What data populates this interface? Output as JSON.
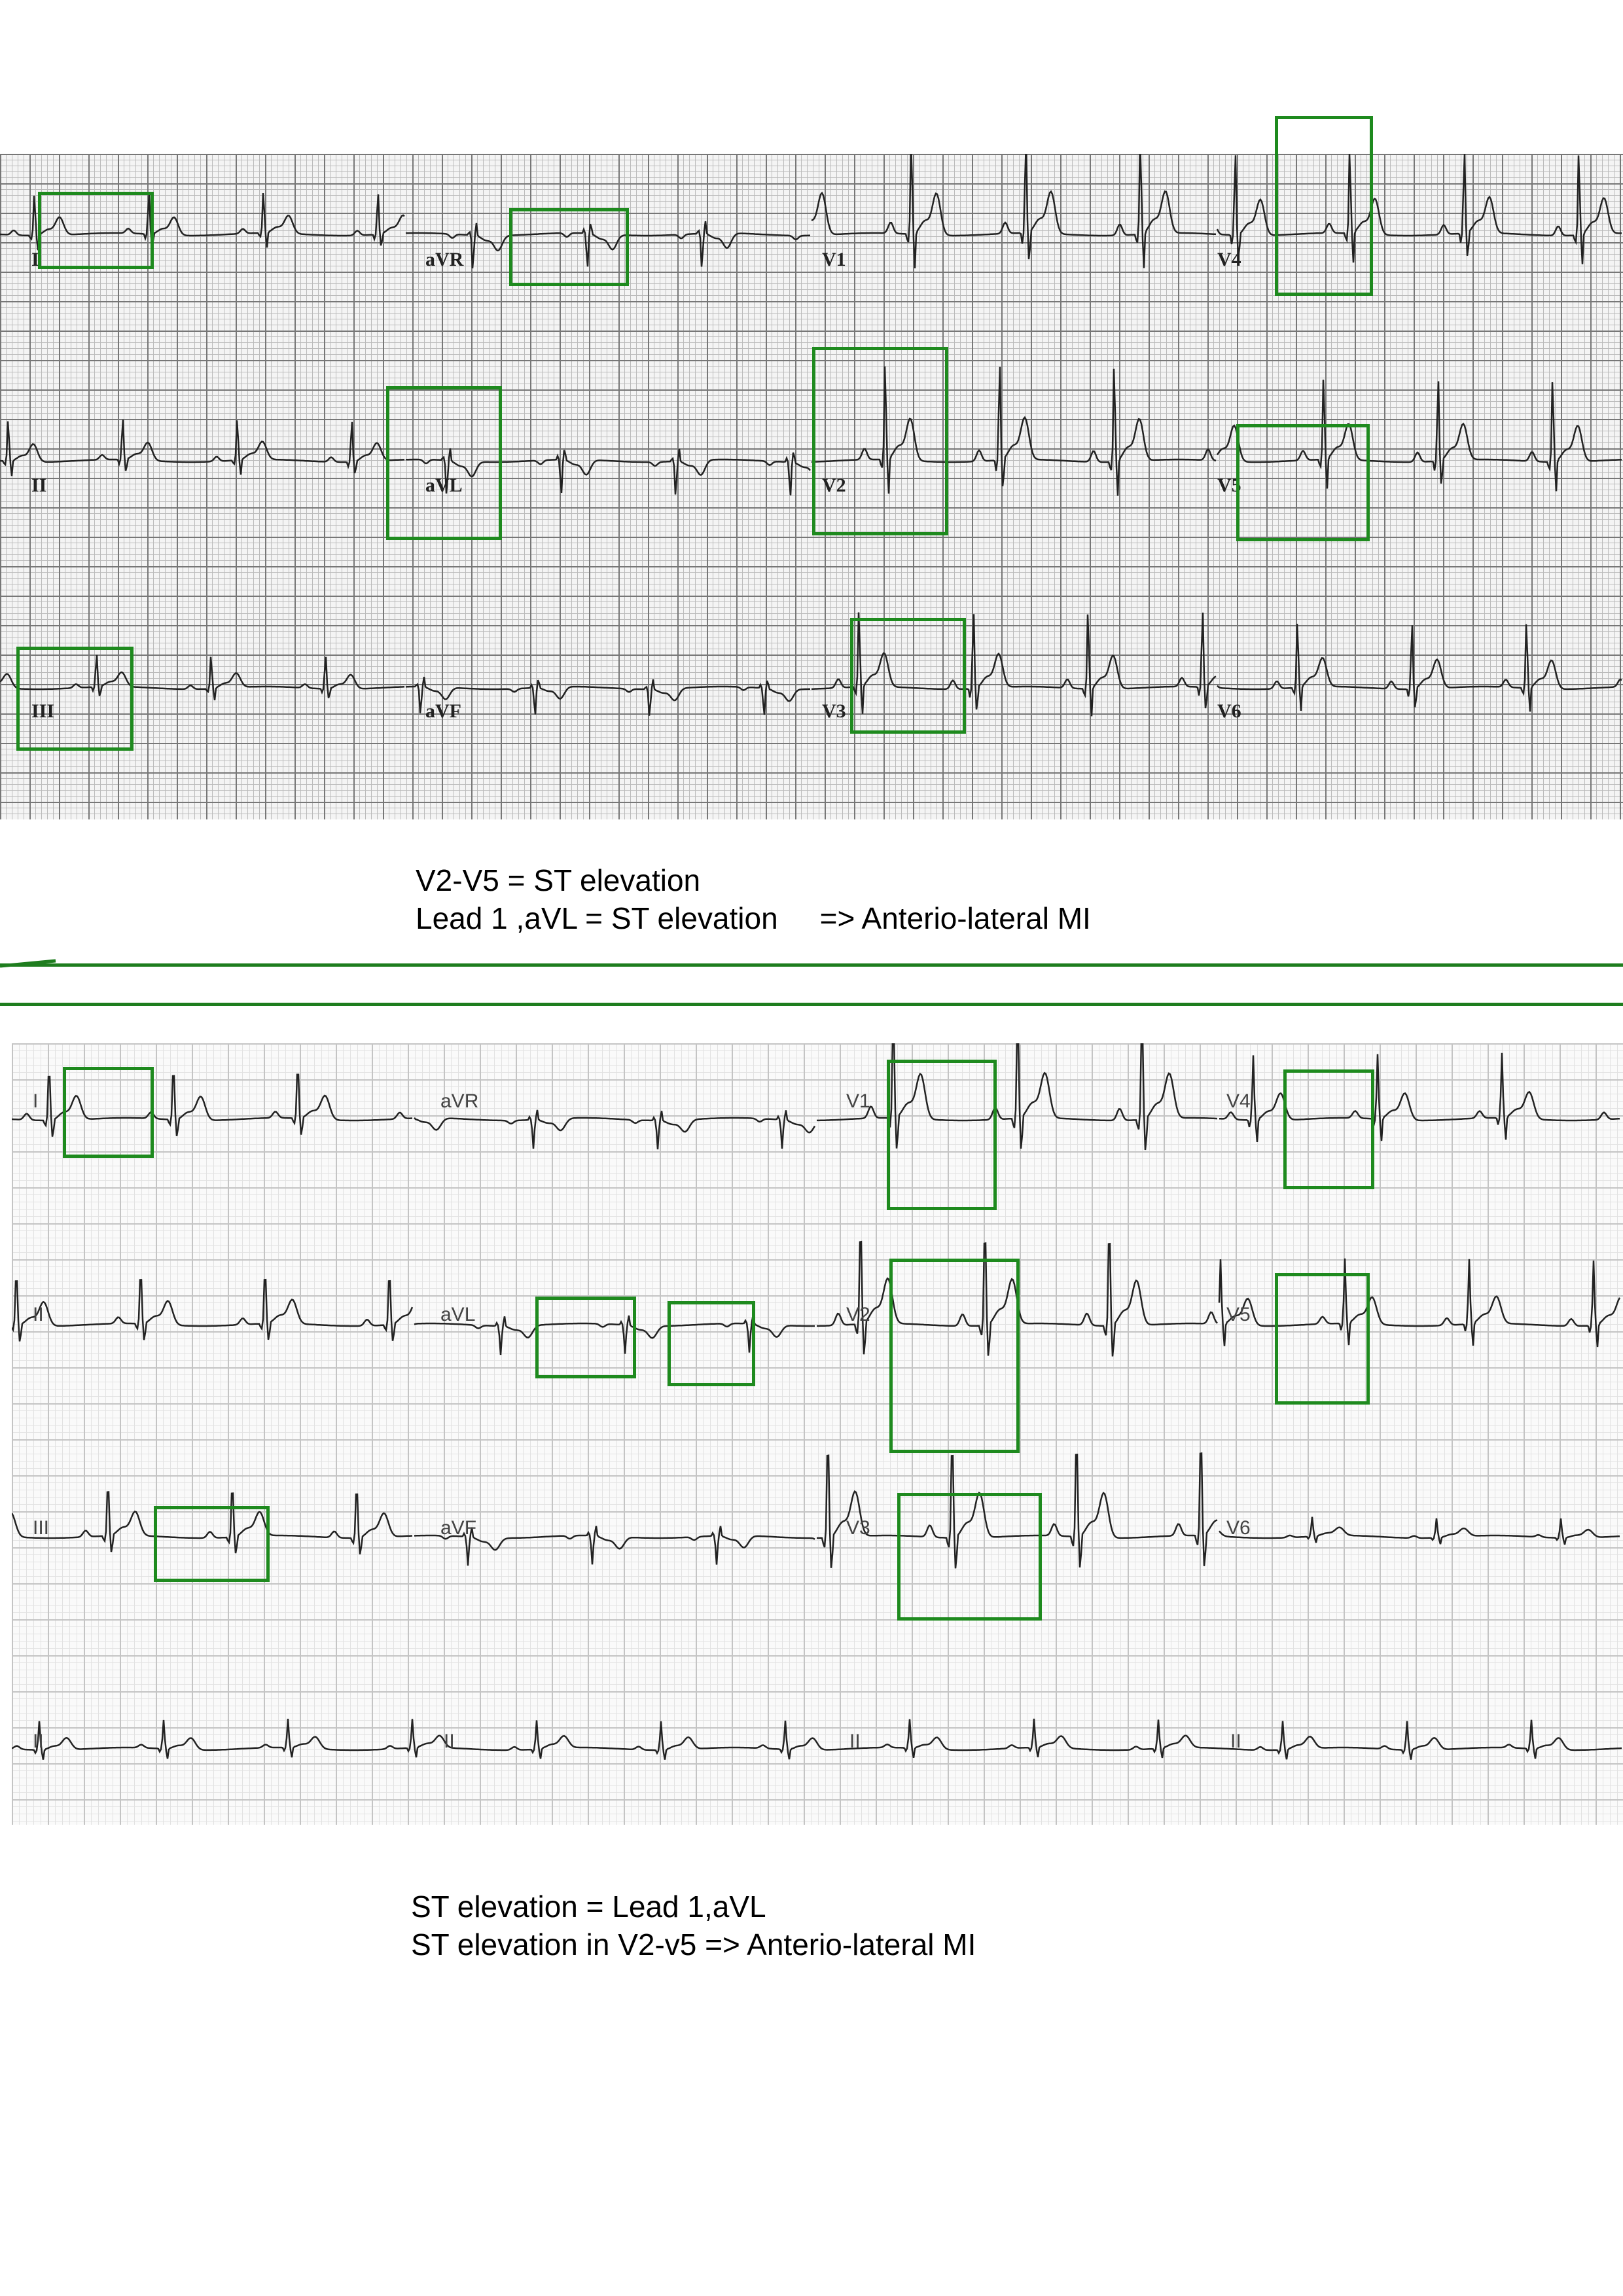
{
  "top_ecg": {
    "leads": [
      "I",
      "aVR",
      "V1",
      "V4",
      "II",
      "aVL",
      "V2",
      "V5",
      "III",
      "aVF",
      "V3",
      "V6"
    ]
  },
  "top_note": {
    "line1": "V2-V5 = ST elevation",
    "line2": "Lead 1 ,aVL = ST elevation     => Anterio-lateral MI"
  },
  "bottom_ecg": {
    "leads": [
      "I",
      "aVR",
      "V1",
      "V4",
      "II",
      "aVL",
      "V2",
      "V5",
      "III",
      "aVF",
      "V3",
      "V6",
      "II",
      "II",
      "II",
      "II"
    ]
  },
  "bottom_note": {
    "line1": "ST elevation = Lead 1,aVL",
    "line2": "ST elevation in V2-v5 => Anterio-lateral MI"
  },
  "colors": {
    "highlight_box": "#1e8a1e",
    "divider": "#1e7d1e"
  }
}
